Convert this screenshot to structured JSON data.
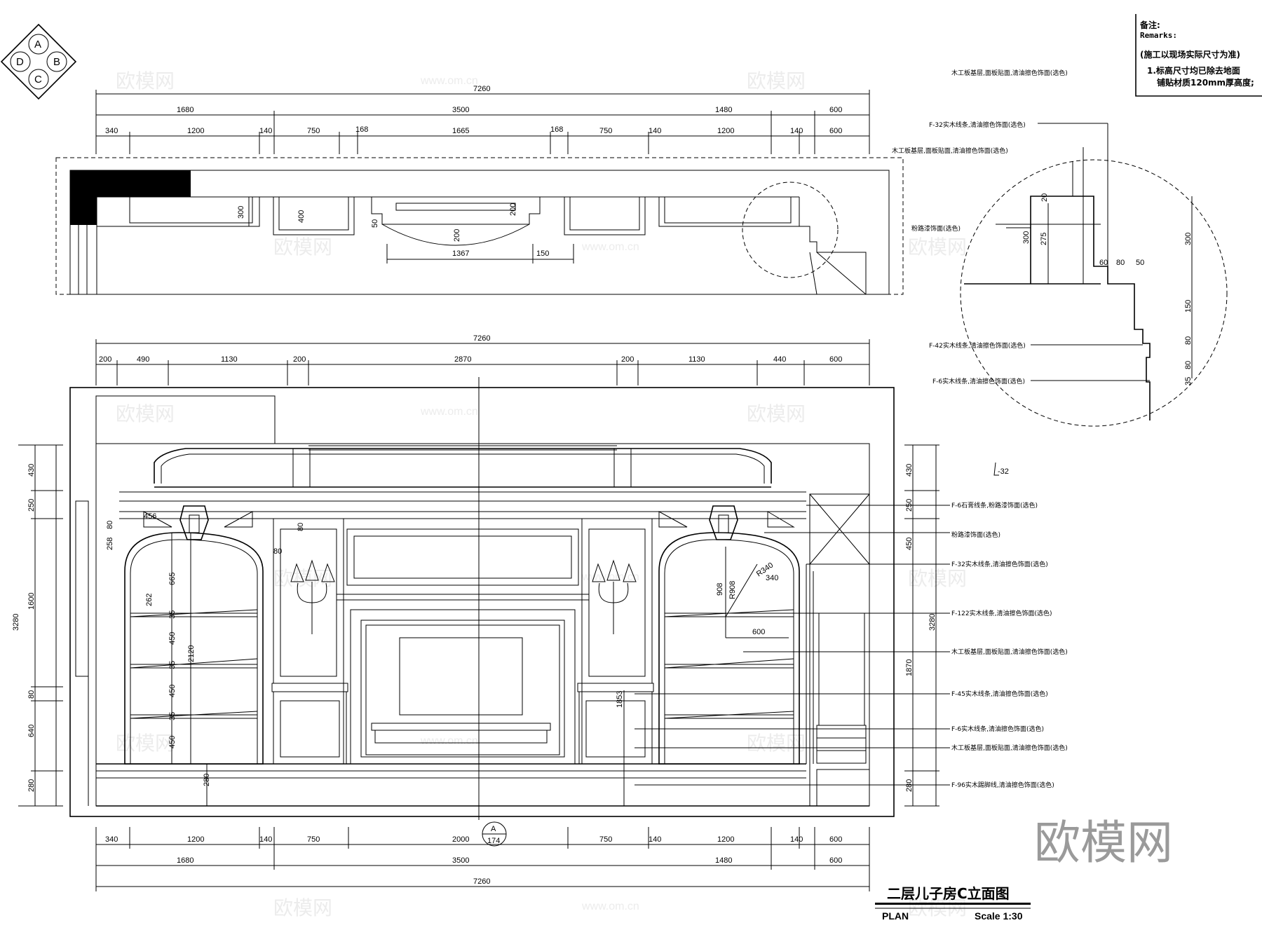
{
  "compass": {
    "top": "A",
    "right": "B",
    "bottom": "C",
    "left": "D"
  },
  "remarks": {
    "title_cn": "备注:",
    "title_en": "Remarks:",
    "line1": "(施工以现场实际尺寸为准)",
    "line2": "1.标高尺寸均已除去地面",
    "line3": "铺贴材质120mm厚高度;"
  },
  "plan_dims": {
    "total": "7260",
    "seg": [
      "1680",
      "3500",
      "1480",
      "600"
    ],
    "sub": [
      "340",
      "1200",
      "140",
      "750",
      "168",
      "1665",
      "168",
      "750",
      "140",
      "1200",
      "140",
      "600"
    ],
    "inner": [
      "300",
      "400",
      "50",
      "200",
      "200",
      "1367",
      "150"
    ]
  },
  "elev_dims": {
    "total": "7260",
    "top": [
      "200",
      "490",
      "1130",
      "200",
      "2870",
      "200",
      "1130",
      "440",
      "600"
    ],
    "bottom_sub": [
      "340",
      "1200",
      "140",
      "750",
      "2000",
      "750",
      "140",
      "1200",
      "140",
      "600"
    ],
    "bottom_seg": [
      "1680",
      "3500",
      "1480",
      "600"
    ],
    "bottom_total": "7260",
    "left": [
      "430",
      "250",
      "1600",
      "80",
      "640",
      "280"
    ],
    "left_total": "3280",
    "right": [
      "430",
      "250",
      "450",
      "1870",
      "280"
    ],
    "right_total": "3280",
    "inner": [
      "456",
      "80",
      "258",
      "80",
      "80",
      "262",
      "665",
      "35",
      "450",
      "35",
      "450",
      "35",
      "450",
      "2120",
      "280",
      "1853",
      "908",
      "R908",
      "R340",
      "340",
      "600"
    ]
  },
  "detail_dims": [
    "20",
    "300",
    "275",
    "300",
    "60",
    "80",
    "50",
    "150",
    "80",
    "80",
    "35"
  ],
  "plan_notes": [
    "木工板基层,面板贴面,清油擦色饰面(选色)",
    "F-32实木线条,清油擦色饰面(选色)",
    "木工板基层,面板贴面,清油擦色饰面(选色)",
    "粉路漆饰面(选色)",
    "F-42实木线条,清油擦色饰面(选色)",
    "F-6实木线条,清油擦色饰面(选色)"
  ],
  "elev_notes": [
    "F-6石膏线条,粉路漆饰面(选色)",
    "粉路漆饰面(选色)",
    "F-32实木线条,清油擦色饰面(选色)",
    "F-122实木线条,清油擦色饰面(选色)",
    "木工板基层,面板贴面,清油擦色饰面(选色)",
    "F-45实木线条,清油擦色饰面(选色)",
    "F-6实木线条,清油擦色饰面(选色)",
    "木工板基层,面板贴面,清油擦色饰面(选色)",
    "F-96实木踢脚线,清油擦色饰面(选色)"
  ],
  "section_marker": {
    "top": "A",
    "bottom": "174"
  },
  "small_label": "-32",
  "title": "二层儿子房C立面图",
  "plan_label": "PLAN",
  "scale_label": "Scale 1:30",
  "watermark_big": "欧模网",
  "watermark_cn": "欧模网",
  "watermark_url": "www.om.cn"
}
